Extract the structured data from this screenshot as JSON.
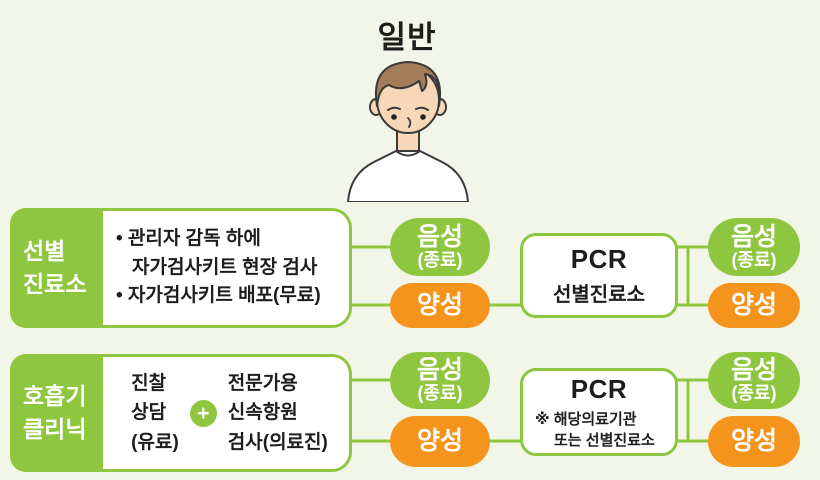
{
  "title": "일반",
  "colors": {
    "background": "#F2F6E8",
    "green": "#8EC63F",
    "orange": "#F5941D",
    "text_dark": "#1D1D1B",
    "label_text": "#FFFFFF"
  },
  "person": {
    "icon": "person-illustration"
  },
  "row1": {
    "label_line1": "선별",
    "label_line2": "진료소",
    "bullet1": "• 관리자 감독 하에",
    "bullet1_cont": "자가검사키트 현장 검사",
    "bullet2": "• 자가검사키트 배포(무료)",
    "negative": "음성",
    "negative_sub": "(종료)",
    "positive": "양성",
    "pcr_title": "PCR",
    "pcr_subtitle": "선별진료소",
    "negative2": "음성",
    "negative2_sub": "(종료)",
    "positive2": "양성"
  },
  "row2": {
    "label_line1": "호흡기",
    "label_line2": "클리닉",
    "col1_line1": "진찰",
    "col1_line2": "상담",
    "col1_line3": "(유료)",
    "plus": "+",
    "col2_line1": "전문가용",
    "col2_line2": "신속항원",
    "col2_line3": "검사(의료진)",
    "negative": "음성",
    "negative_sub": "(종료)",
    "positive": "양성",
    "pcr_title": "PCR",
    "pcr_note_line1": "※ 해당의료기관",
    "pcr_note_line2": "또는 선별진료소",
    "negative2": "음성",
    "negative2_sub": "(종료)",
    "positive2": "양성"
  }
}
